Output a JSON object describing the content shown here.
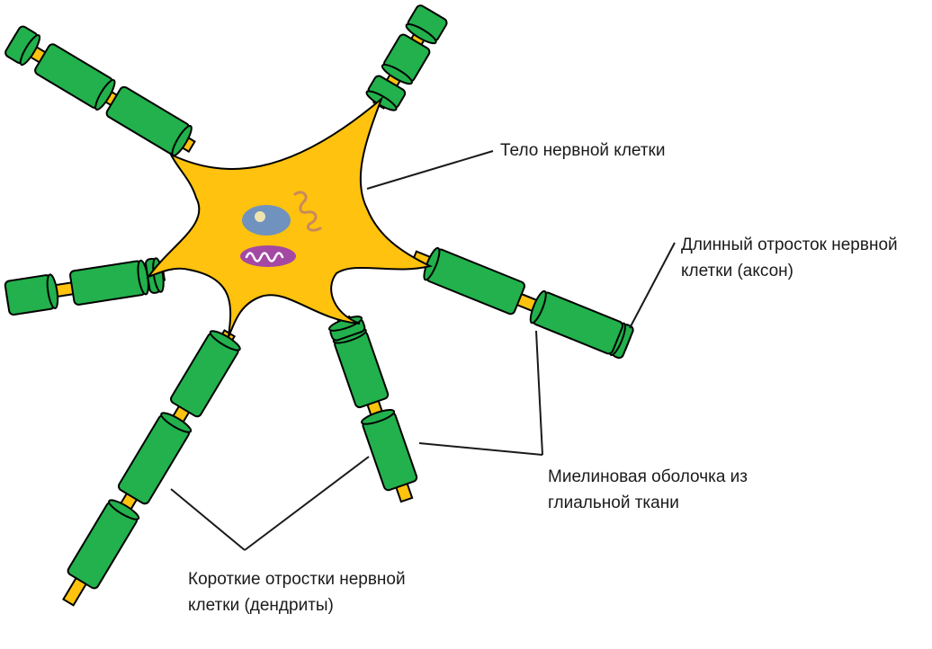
{
  "labels": {
    "cell_body": "Тело нервной клетки",
    "axon": [
      "Длинный отросток нервной",
      "клетки (аксон)"
    ],
    "myelin": [
      "Миелиновая оболочка из",
      "глиальной ткани"
    ],
    "dendrites": [
      "Короткие отростки нервной",
      "клетки (дендриты)"
    ]
  },
  "colors": {
    "cell_body": "#FFC20E",
    "myelin": "#22B14C",
    "outline": "#000000",
    "nucleus": "#7092BE",
    "nucleolus": "#EFE4B0",
    "mitochondrion": "#A349A4",
    "golgi": "#C88A5A"
  },
  "parts": {
    "processes": 6,
    "myelin_segments_per_process": 3
  }
}
